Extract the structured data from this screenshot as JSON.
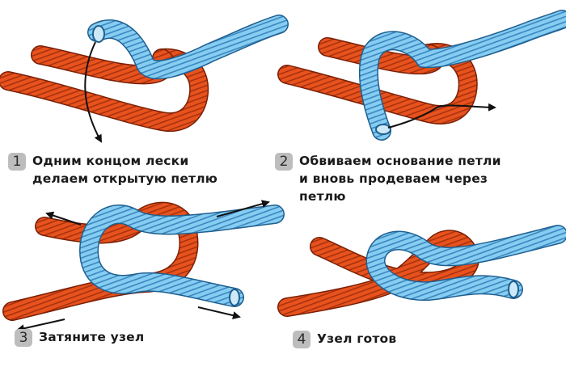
{
  "steps": [
    {
      "number": "1",
      "text": "Одним концом лески\nделаем открытую петлю"
    },
    {
      "number": "2",
      "text": "Обвиваем основание петли\nи вновь продеваем через\nпетлю"
    },
    {
      "number": "3",
      "text": "Затяните узел"
    },
    {
      "number": "4",
      "text": "Узел готов"
    }
  ],
  "colors": {
    "red_line": "#e8521d",
    "red_stripe": "#9c2a0a",
    "blue_line": "#7ec8f0",
    "blue_stripe": "#2f7fb8",
    "arrow": "#111111",
    "badge": "#bdbdbd"
  }
}
